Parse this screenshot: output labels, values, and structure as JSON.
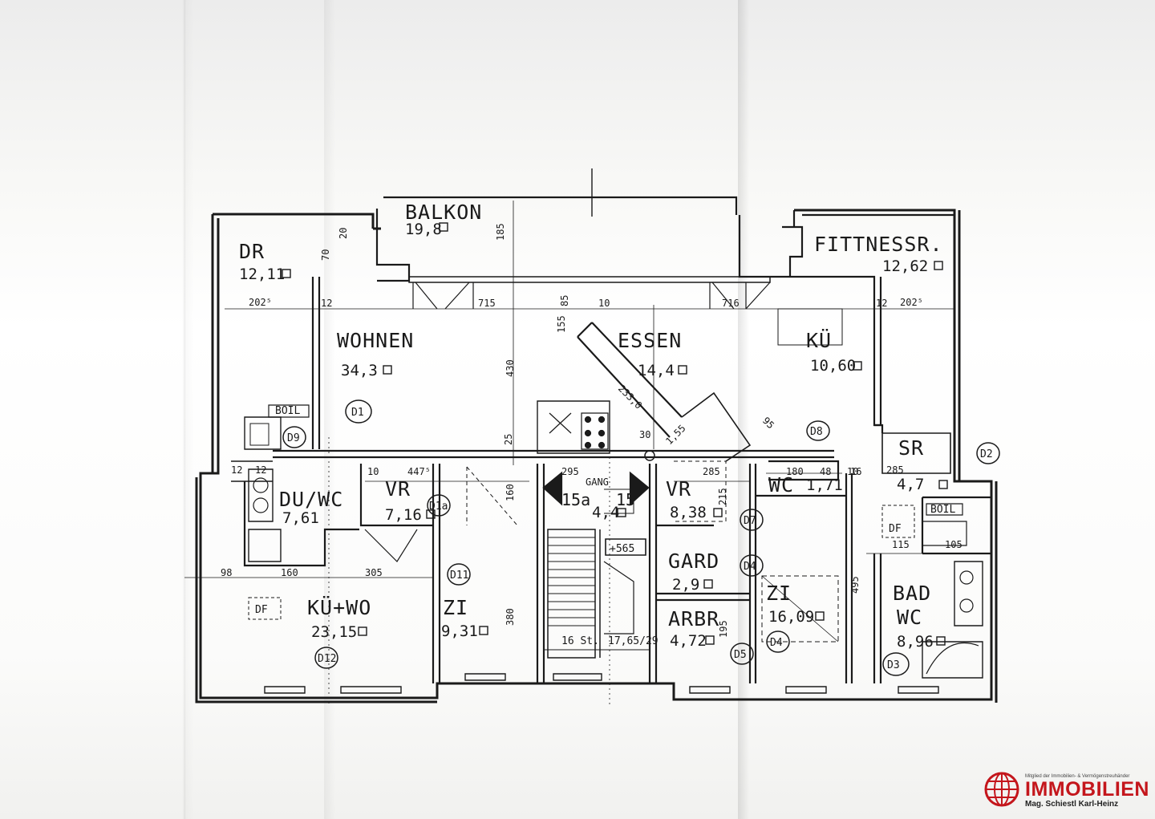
{
  "plan": {
    "rooms": {
      "balkon": {
        "name": "BALKON",
        "area": "19,8"
      },
      "dr": {
        "name": "DR",
        "area": "12,11"
      },
      "fitness": {
        "name": "FITTNESSR.",
        "area": "12,62"
      },
      "wohnen": {
        "name": "WOHNEN",
        "area": "34,3"
      },
      "essen": {
        "name": "ESSEN",
        "area": "14,4"
      },
      "kue": {
        "name": "KÜ",
        "area": "10,60"
      },
      "sr": {
        "name": "SR",
        "area": "4,7"
      },
      "duwc": {
        "name": "DU/WC",
        "area": "7,61"
      },
      "vr1": {
        "name": "VR",
        "area": "7,16"
      },
      "gang": {
        "name": "GANG",
        "area": "4,4"
      },
      "vr2": {
        "name": "VR",
        "area": "8,38"
      },
      "wc": {
        "name": "WC",
        "area": "1,71"
      },
      "kuewo": {
        "name": "KÜ+WO",
        "area": "23,15"
      },
      "zi1": {
        "name": "ZI",
        "area": "9,31"
      },
      "gard": {
        "name": "GARD",
        "area": "2,9"
      },
      "arbr": {
        "name": "ARBR",
        "area": "4,72"
      },
      "zi2": {
        "name": "ZI",
        "area": "16,09"
      },
      "bad": {
        "name": "BAD",
        "name2": "WC",
        "area": "8,96"
      }
    },
    "door_tags": {
      "d1": "D1",
      "d9": "D9",
      "d1a": "D1a",
      "d11": "D11",
      "d12": "D12",
      "d7": "D7",
      "d4": "D4",
      "d5": "D5",
      "d3": "D3",
      "d2": "D2",
      "d8": "D8"
    },
    "fixtures": {
      "boil1": "BOIL",
      "boil2": "BOIL",
      "df1": "DF",
      "df2": "DF",
      "level": "+565"
    },
    "stairs": {
      "left": "15a",
      "right": "15",
      "steps": "16 St.",
      "ratio": "17,65/29"
    },
    "dims": {
      "d185": "185",
      "d430": "430",
      "d25": "25",
      "d202a": "202⁵",
      "d202b": "202⁵",
      "d715": "715",
      "d716": "716",
      "d85": "85",
      "d155": "155",
      "d10a": "10",
      "d12a": "12",
      "d12b": "12",
      "d12c": "12",
      "d12d": "12",
      "d70": "70",
      "d20": "20",
      "d2330": "233,0",
      "d447": "447⁵",
      "d10b": "10",
      "d10c": "10",
      "d295": "295",
      "d285a": "285",
      "d285b": "285",
      "d180": "180",
      "d48": "48",
      "d16": "16",
      "d215": "215",
      "d160a": "160",
      "d115": "115",
      "d105": "105",
      "d98": "98",
      "d160b": "160",
      "d305": "305",
      "d380": "380",
      "d495": "495",
      "d195": "195",
      "d95": "95",
      "d30": "30",
      "d155b": "1,55"
    }
  },
  "logo": {
    "member": "Mitglied der Immobilien- & Vermögenstreuhänder",
    "name": "IMMOBILIEN",
    "sub": "Mag. Schiestl Karl-Heinz"
  },
  "colors": {
    "ink": "#1a1a1a",
    "paper": "#ffffff",
    "brand": "#c4161c"
  }
}
